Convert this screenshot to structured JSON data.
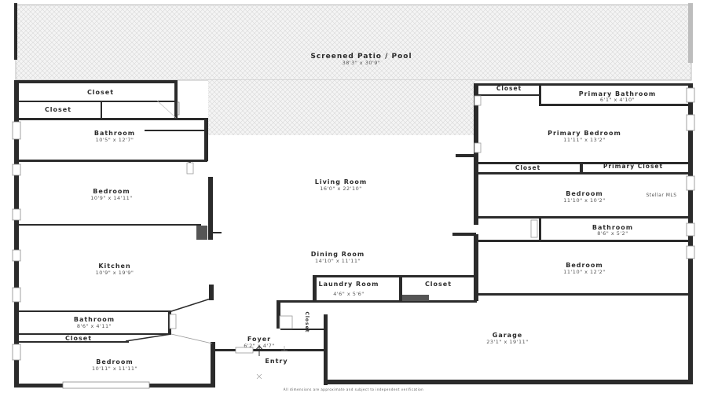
{
  "rooms": {
    "screened_patio": {
      "name": "Screened Patio / Pool",
      "dims": "38'3\" x 30'9\""
    },
    "closet_upper": {
      "name": "Closet"
    },
    "closet_lower": {
      "name": "Closet"
    },
    "bathroom_left": {
      "name": "Bathroom",
      "dims": "10'5\" x 12'7\""
    },
    "bedroom_left": {
      "name": "Bedroom",
      "dims": "10'9\" x 14'11\""
    },
    "living_room": {
      "name": "Living Room",
      "dims": "16'0\" x 22'10\""
    },
    "dining_room": {
      "name": "Dining Room",
      "dims": "14'10\" x 11'11\""
    },
    "kitchen": {
      "name": "Kitchen",
      "dims": "10'9\" x 19'9\""
    },
    "laundry": {
      "name": "Laundry Room",
      "dims": "4'6\" x 5'6\""
    },
    "closet_laundry": {
      "name": "Closet"
    },
    "bathroom_bottom": {
      "name": "Bathroom",
      "dims": "8'6\" x 4'11\""
    },
    "closet_bottom": {
      "name": "Closet"
    },
    "bedroom_bottom": {
      "name": "Bedroom",
      "dims": "10'11\" x 11'11\""
    },
    "foyer": {
      "name": "Foyer",
      "dims": "6'2\" x 4'7\""
    },
    "entry": {
      "name": "Entry"
    },
    "closet_foyer": {
      "name": "Closet"
    },
    "garage": {
      "name": "Garage",
      "dims": "23'1\" x 19'11\""
    },
    "closet_primary": {
      "name": "Closet"
    },
    "primary_bathroom": {
      "name": "Primary Bathroom",
      "dims": "6'1\" x 4'10\""
    },
    "primary_bedroom": {
      "name": "Primary Bedroom",
      "dims": "11'11\" x 13'2\""
    },
    "closet_right": {
      "name": "Closet"
    },
    "primary_closet": {
      "name": "Primary Closet"
    },
    "bedroom_right_upper": {
      "name": "Bedroom",
      "dims": "11'10\" x 10'2\""
    },
    "bathroom_right": {
      "name": "Bathroom",
      "dims": "8'6\" x 5'2\""
    },
    "bedroom_right_lower": {
      "name": "Bedroom",
      "dims": "11'10\" x 12'2\""
    }
  },
  "watermark": "Stellar MLS",
  "disclaimer": "All dimensions are approximate and subject to independent verification",
  "colors": {
    "wall": "#2b2b2b",
    "patio_pattern": "#d8d8d8",
    "label": "#2b2b2b"
  }
}
